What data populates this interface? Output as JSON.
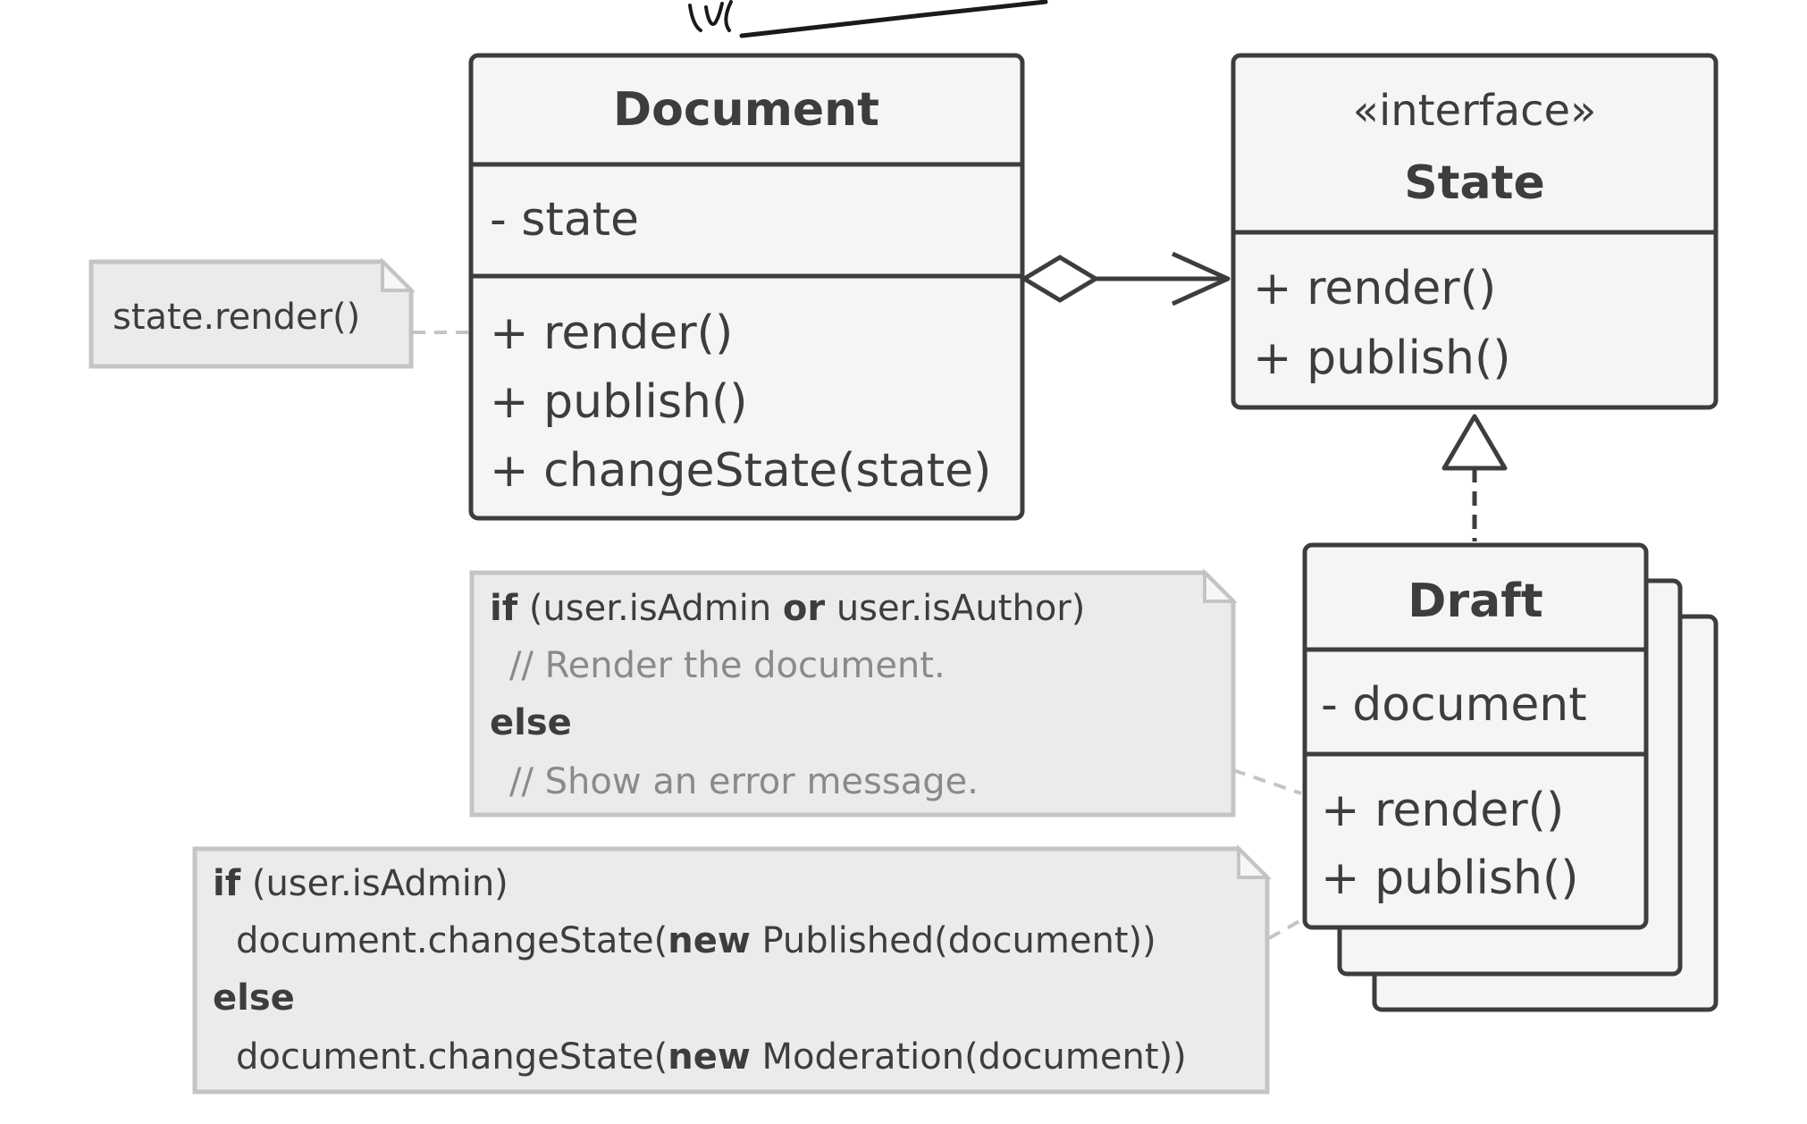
{
  "document_class": {
    "name": "Document",
    "fields": [
      "- state"
    ],
    "methods": [
      "+ render()",
      "+ publish()",
      "+ changeState(state)"
    ]
  },
  "state_interface": {
    "stereotype": "«interface»",
    "name": "State",
    "methods": [
      "+ render()",
      "+ publish()"
    ]
  },
  "draft_class": {
    "name": "Draft",
    "fields": [
      "- document"
    ],
    "methods": [
      "+ render()",
      "+ publish()"
    ]
  },
  "notes": {
    "render_note": "state.render()",
    "draft_render_note": {
      "line1_keyword": "if",
      "line1_text_a": " (user.isAdmin ",
      "line1_keyword2": "or",
      "line1_text_b": " user.isAuthor)",
      "line2_comment": "// Render the document.",
      "line3_keyword": "else",
      "line4_comment": "// Show an error message."
    },
    "draft_publish_note": {
      "line1_keyword": "if",
      "line1_text": " (user.isAdmin)",
      "line2_text_a": "document.changeState(",
      "line2_keyword": "new",
      "line2_text_b": " Published(document))",
      "line3_keyword": "else",
      "line4_text_a": "document.changeState(",
      "line4_keyword": "new",
      "line4_text_b": " Moderation(document))"
    }
  },
  "colors": {
    "box_stroke": "#3d3d3d",
    "box_fill": "#f5f5f5",
    "note_stroke": "#c4c4c4",
    "note_fill": "#ebebeb",
    "comment_text": "#8a8a8a"
  }
}
